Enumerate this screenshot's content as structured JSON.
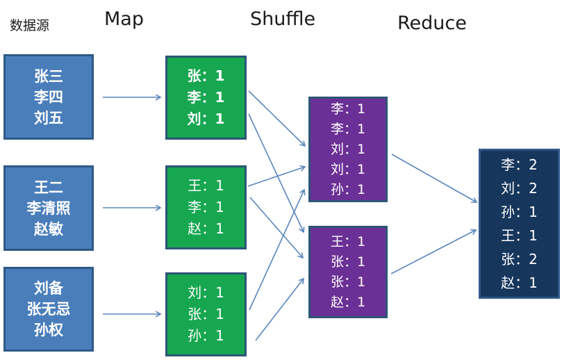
{
  "headers": {
    "source": "数据源",
    "map": "Map",
    "shuffle": "Shuffle",
    "reduce": "Reduce"
  },
  "source_boxes": [
    {
      "lines": [
        "张三",
        "李四",
        "刘五"
      ]
    },
    {
      "lines": [
        "王二",
        "李清照",
        "赵敏"
      ]
    },
    {
      "lines": [
        "刘备",
        "张无忌",
        "孙权"
      ]
    }
  ],
  "map_boxes": [
    {
      "lines": [
        "张：1",
        "李：1",
        "刘：1"
      ]
    },
    {
      "lines": [
        "王：1",
        "李：1",
        "赵：1"
      ]
    },
    {
      "lines": [
        "刘：1",
        "张：1",
        "孙：1"
      ]
    }
  ],
  "shuffle_boxes": [
    {
      "lines": [
        "李：1",
        "李：1",
        "刘：1",
        "刘：1",
        "孙：1"
      ]
    },
    {
      "lines": [
        "王：1",
        "张：1",
        "张：1",
        "赵：1"
      ]
    }
  ],
  "reduce_box": {
    "lines": [
      "李：2",
      "刘：2",
      "孙：1",
      "王：1",
      "张：2",
      "赵：1"
    ]
  },
  "colors": {
    "blue_fill": "#4A7EBB",
    "blue_border": "#2E5984",
    "green_fill": "#17A750",
    "purple_fill": "#6B3096",
    "navy_fill": "#16365C",
    "navy_border": "#31598A",
    "dark_border": "#2C5577",
    "arrow": "#5886BC"
  },
  "arrows": {
    "map": [
      [
        148,
        140,
        231,
        140
      ],
      [
        148,
        299,
        231,
        299
      ],
      [
        148,
        452,
        231,
        452
      ]
    ],
    "shuffle": [
      [
        358,
        131,
        439,
        210
      ],
      [
        358,
        164,
        437,
        334
      ],
      [
        357,
        268,
        439,
        240
      ],
      [
        360,
        284,
        436,
        371
      ],
      [
        359,
        446,
        438,
        273
      ],
      [
        368,
        490,
        437,
        401
      ]
    ],
    "reduce": [
      [
        564,
        222,
        686,
        291
      ],
      [
        563,
        394,
        685,
        331
      ]
    ]
  }
}
